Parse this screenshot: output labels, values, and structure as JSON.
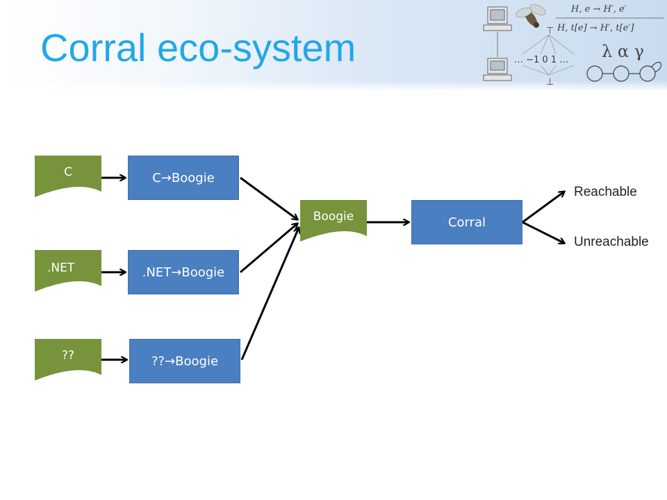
{
  "title": "Corral eco-system",
  "banner_formulas": {
    "line1": "H, e  →  H′, e′",
    "line2": "H, t[e]  →  H′, t[e′]",
    "lattice_top": "⊤",
    "lattice_mid": "… −1  0  1  …",
    "lattice_bottom": "⊥",
    "greek": "λ α γ"
  },
  "sources": [
    {
      "label": "C"
    },
    {
      "label": ".NET"
    },
    {
      "label": "??"
    }
  ],
  "translators": [
    {
      "label": "C→Boogie"
    },
    {
      "label": ".NET→Boogie"
    },
    {
      "label": "??→Boogie"
    }
  ],
  "intermediate": {
    "label": "Boogie"
  },
  "tool": {
    "label": "Corral"
  },
  "outputs": [
    {
      "label": "Reachable"
    },
    {
      "label": "Unreachable"
    }
  ],
  "colors": {
    "title": "#22a7e8",
    "doc_green": "#77933c",
    "box_blue": "#4a7fc1",
    "arrow": "#000000"
  }
}
